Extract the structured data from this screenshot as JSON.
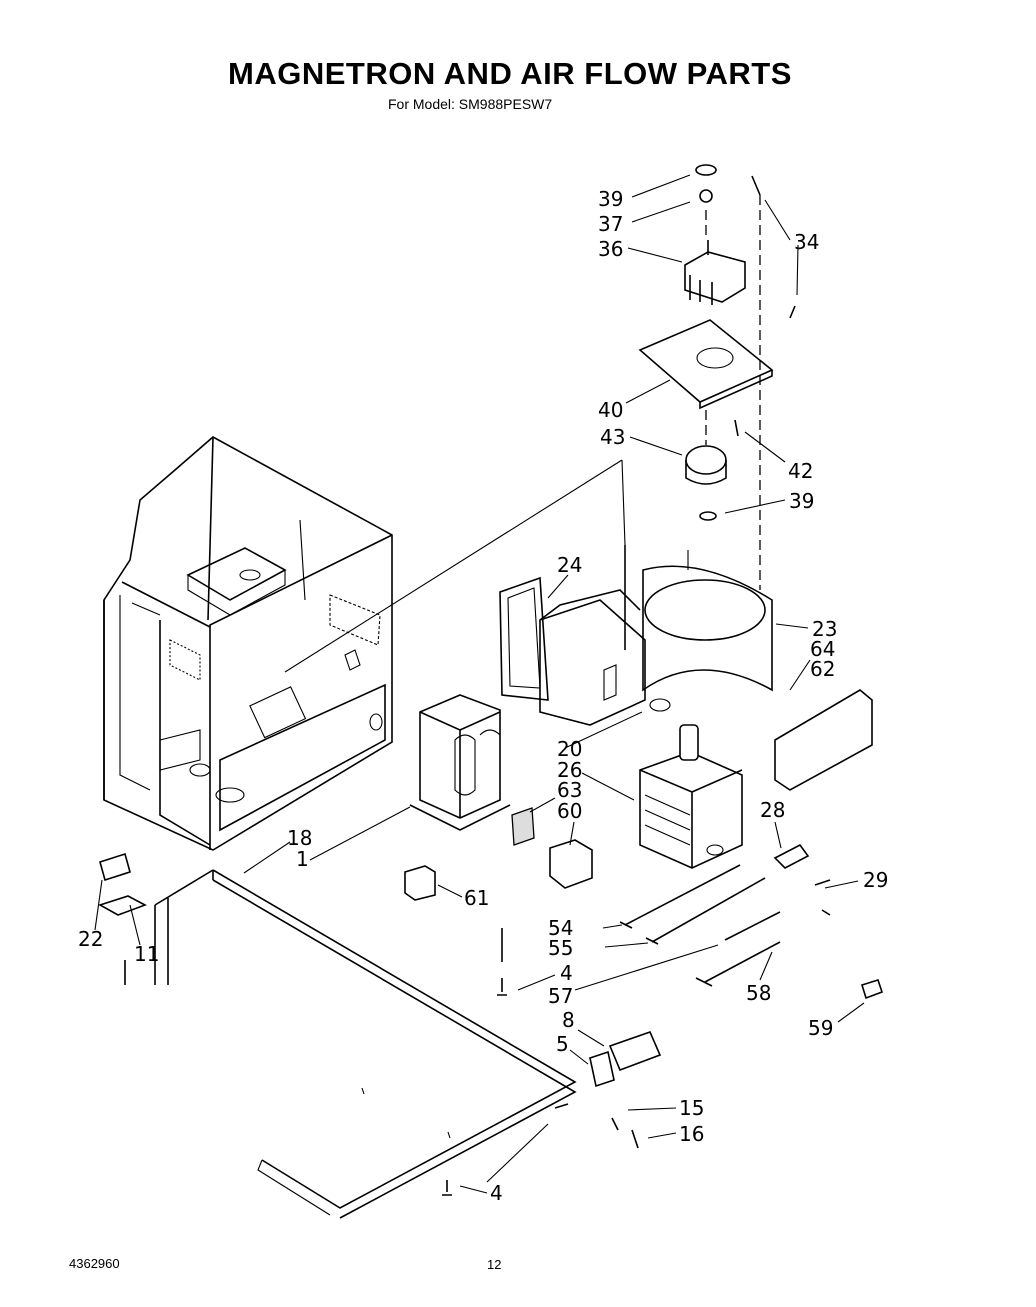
{
  "header": {
    "title": "MAGNETRON AND AIR FLOW PARTS",
    "subtitle": "For Model: SM988PESW7"
  },
  "footer": {
    "doc_number": "4362960",
    "page_number": "12"
  },
  "callouts": {
    "c39a": "39",
    "c37": "37",
    "c36": "36",
    "c34": "34",
    "c40": "40",
    "c43": "43",
    "c42": "42",
    "c39b": "39",
    "c24": "24",
    "c23": "23",
    "c64": "64",
    "c62": "62",
    "c20": "20",
    "c26": "26",
    "c63": "63",
    "c60": "60",
    "c28": "28",
    "c29": "29",
    "c18": "18",
    "c1": "1",
    "c61": "61",
    "c22": "22",
    "c11": "11",
    "c54": "54",
    "c55": "55",
    "c4a": "4",
    "c57": "57",
    "c58": "58",
    "c59": "59",
    "c8": "8",
    "c5": "5",
    "c15": "15",
    "c16": "16",
    "c4b": "4"
  }
}
